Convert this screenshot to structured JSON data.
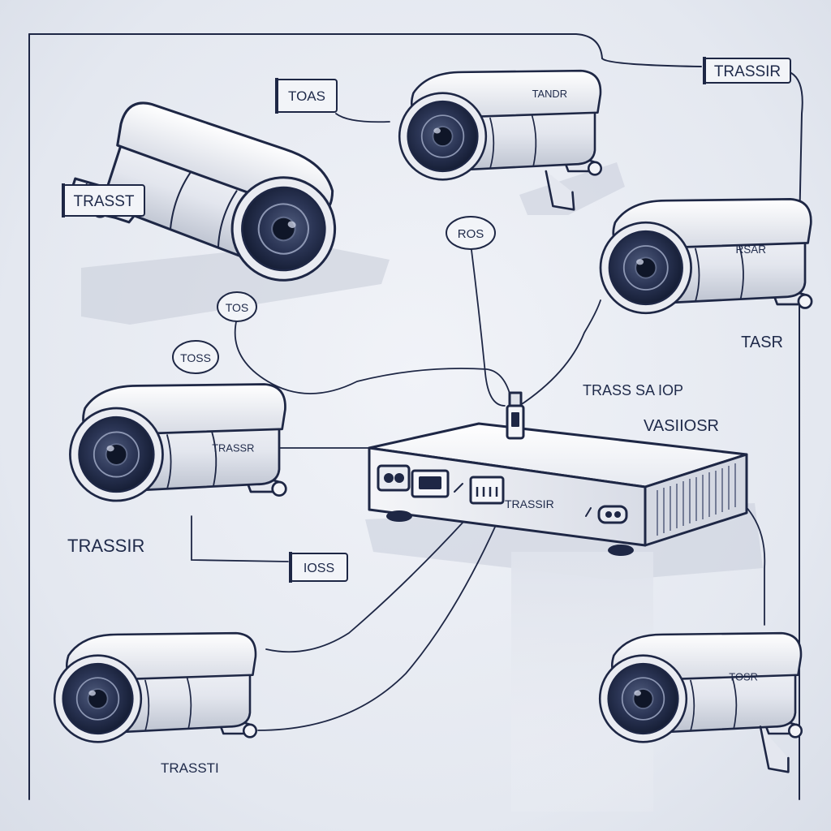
{
  "colors": {
    "ink": "#1e2745",
    "body_light": "#f3f4f8",
    "body_mid": "#dfe2ea",
    "body_dark": "#b9bfcc",
    "lens_ring": "#3d4968",
    "lens_dark": "#1d2640",
    "shadow": "#c7ccd8"
  },
  "labels": {
    "top_right_box": "TRASSIR",
    "top_center_box": "TOAS",
    "left_box": "TRASST",
    "center_circle": "ROS",
    "left_circle_upper": "TOS",
    "left_circle_lower": "TOSS",
    "right_text": "TASR",
    "middle_text": "TRASS SA IOP",
    "nvr_title": "VASIIOSR",
    "nvr_port_label": "TRASSIR",
    "left_text": "TRASSIR",
    "lower_box": "IOSS",
    "bottom_left_text": "TRASSTI"
  },
  "cameras": {
    "top_left": {
      "brand": ""
    },
    "top_center": {
      "brand": "TANDR"
    },
    "right_upper": {
      "brand": "RSAR"
    },
    "left_middle": {
      "brand": "TRASSR"
    },
    "bottom_left": {
      "brand": ""
    },
    "bottom_right": {
      "brand": "TOSR"
    }
  },
  "icons": {
    "camera": "cctv-bullet-camera-icon",
    "recorder": "network-video-recorder-icon",
    "connector": "rj45-connector-icon"
  }
}
